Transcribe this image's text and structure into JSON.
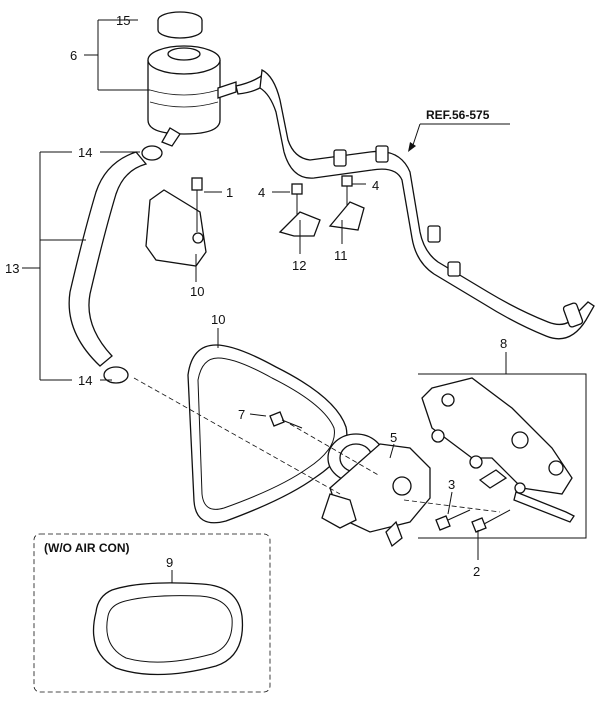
{
  "callouts": [
    "1",
    "2",
    "3",
    "4",
    "4",
    "5",
    "6",
    "7",
    "8",
    "9",
    "10",
    "10",
    "11",
    "12",
    "13",
    "14",
    "14",
    "15"
  ],
  "reference": "REF.56-575",
  "inset_label": "(W/O AIR CON)"
}
